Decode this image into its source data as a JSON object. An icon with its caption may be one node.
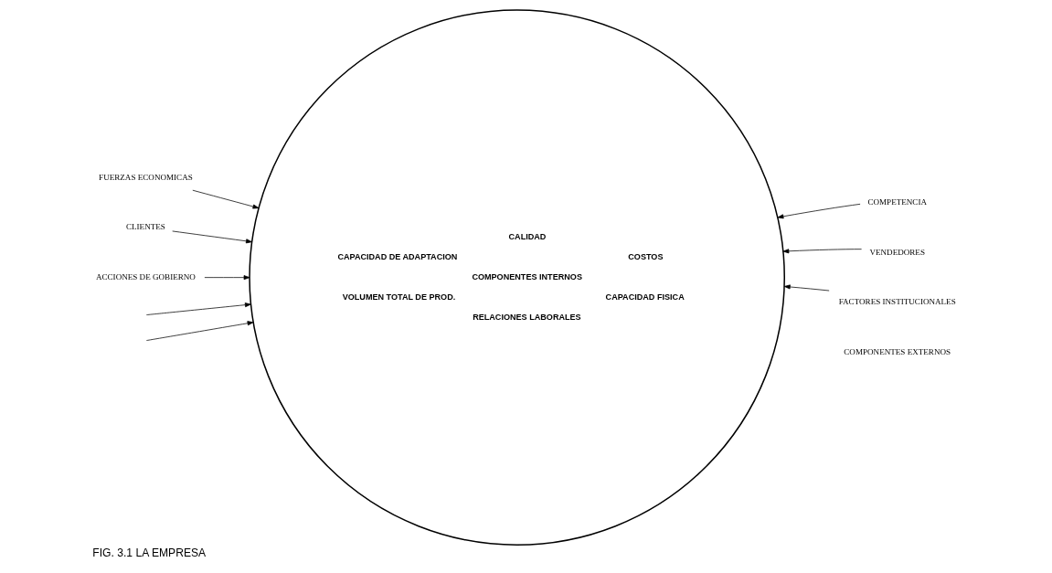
{
  "diagram": {
    "caption": "FIG. 3.1 LA EMPRESA",
    "nodes": [
      {
        "text": [
          "CALIDAD",
          "CAPACIDAD DE ADAPTACION",
          "COSTOS",
          "COMPONENTES INTERNOS",
          "VOLUMEN TOTAL DE PROD.",
          "CAPACIDAD FISICA",
          "RELACIONES LABORALES"
        ]
      },
      {
        "text": [
          "FUERZAS ECONOMICAS"
        ]
      },
      {
        "text": [
          "COMPETENCIA"
        ]
      },
      {
        "text": [
          "CLIENTES"
        ]
      },
      {
        "text": [
          "VENDEDORES"
        ]
      },
      {
        "text": [
          "ACCIONES DE GOBIERNO"
        ]
      },
      {
        "text": [
          "FACTORES INSTITUCIONALES"
        ]
      }
    ],
    "edges": [
      {
        "from": null,
        "to": 0,
        "arrow": "to"
      },
      {
        "from": 1,
        "to": 0,
        "arrow": "to"
      },
      {
        "from": 2,
        "to": 0,
        "arrow": "to"
      },
      {
        "from": 3,
        "to": 0,
        "arrow": "to"
      },
      {
        "from": 4,
        "to": 0,
        "arrow": "to"
      },
      {
        "from": null,
        "to": 0,
        "arrow": "to"
      },
      {
        "from": 5,
        "to": 0,
        "arrow": "to"
      },
      {
        "from": 6,
        "to": 0,
        "arrow": "to"
      }
    ],
    "labels": [
      "COMPONENTES EXTERNOS"
    ]
  }
}
